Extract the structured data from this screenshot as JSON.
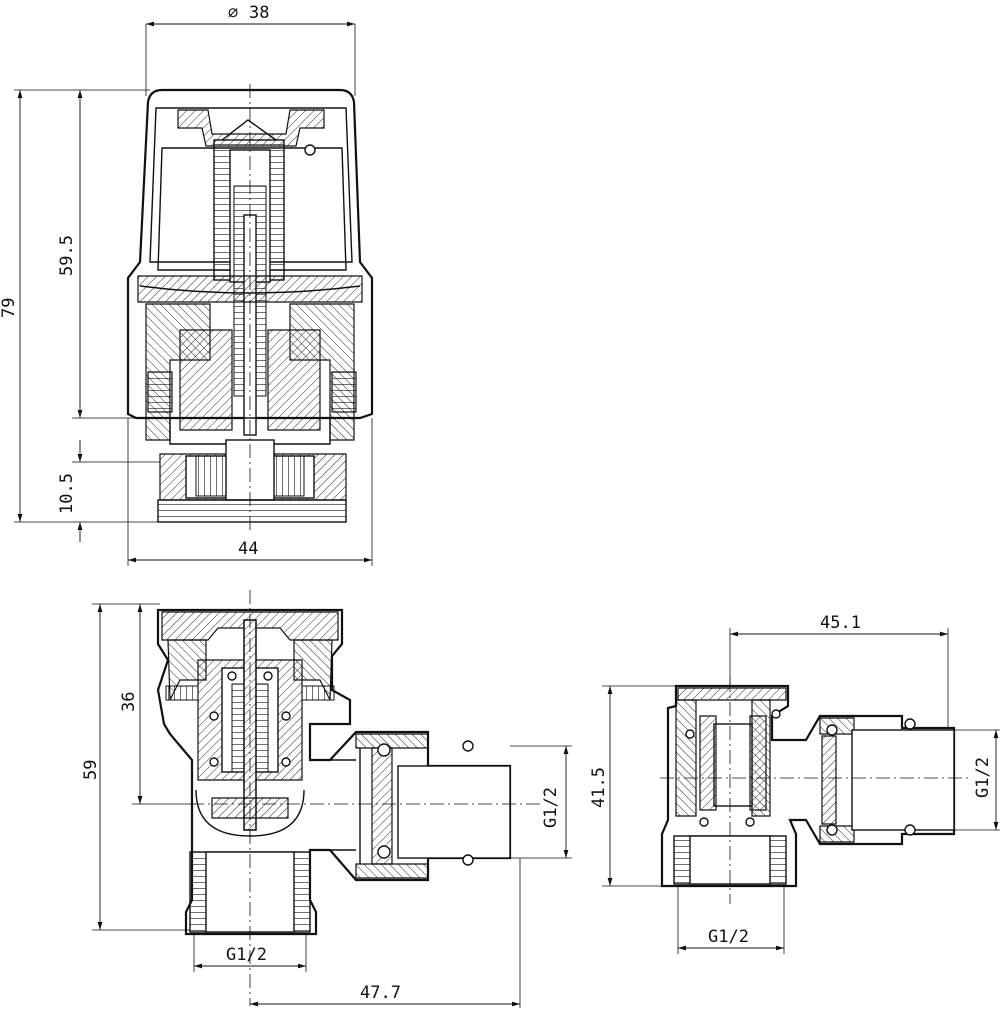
{
  "dimensions": {
    "top_view": {
      "diameter_symbol": "∅",
      "diameter": "38",
      "total_height": "79",
      "head_height": "59.5",
      "connector_height": "10.5",
      "width": "44"
    },
    "angle_valve": {
      "height": "59",
      "upper_height": "36",
      "side_thread": "G1/2",
      "bottom_thread": "G1/2",
      "length": "47.7"
    },
    "lockshield_valve": {
      "length": "45.1",
      "height": "41.5",
      "side_thread": "G1/2",
      "bottom_thread": "G1/2"
    }
  }
}
